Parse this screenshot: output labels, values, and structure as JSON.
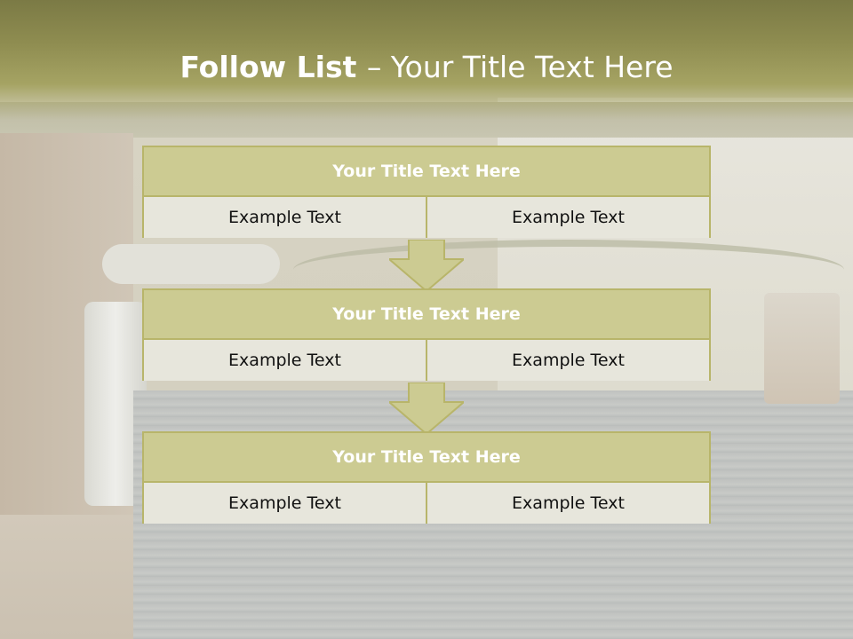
{
  "slide": {
    "title_bold": "Follow List ",
    "title_rest": " – Your Title Text Here"
  },
  "blocks": [
    {
      "title": "Your Title Text Here",
      "left": "Example Text",
      "right": "Example Text"
    },
    {
      "title": "Your Title Text Here",
      "left": "Example Text",
      "right": "Example Text"
    },
    {
      "title": "Your Title Text Here",
      "left": "Example Text",
      "right": "Example Text"
    }
  ],
  "colors": {
    "header_fill": "#cccb92",
    "cell_fill": "#e7e6dc",
    "border": "#b8b56a",
    "title_band": "#8e8c50"
  },
  "icons": [
    "arrow-down-icon",
    "arrow-down-icon"
  ]
}
